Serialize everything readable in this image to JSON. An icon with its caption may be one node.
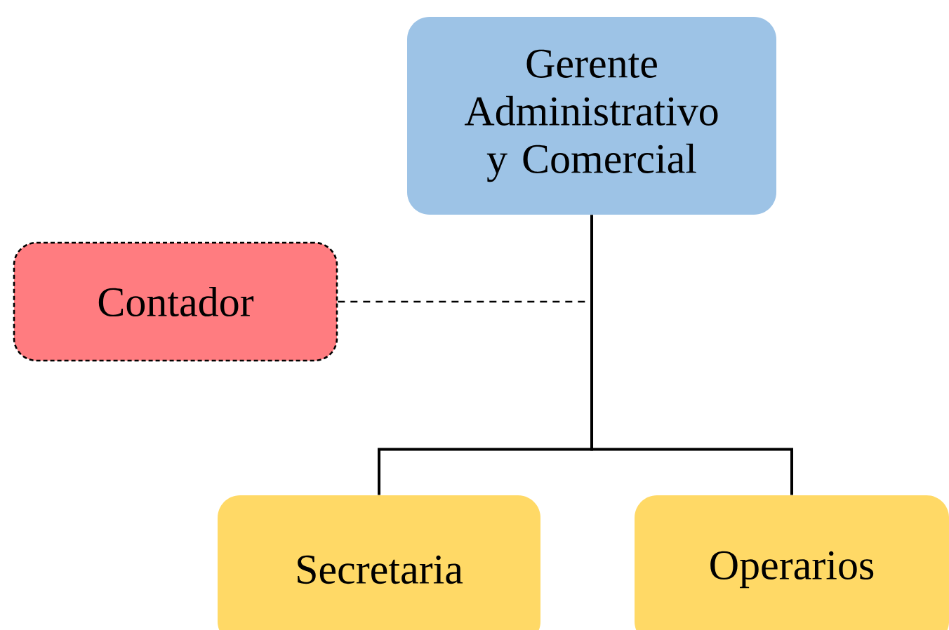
{
  "diagram": {
    "nodes": [
      {
        "text": [
          "Gerente Administrativo y Comercial"
        ]
      },
      {
        "text": [
          "Contador"
        ]
      },
      {
        "text": [
          "Secretaria"
        ]
      },
      {
        "text": [
          "Operarios"
        ]
      }
    ],
    "edges": [
      {
        "from": 0,
        "to": 2,
        "arrow": "none"
      },
      {
        "from": 0,
        "to": 3,
        "arrow": "none"
      },
      {
        "from": 1,
        "to": 0,
        "arrow": "none",
        "style": "dashed"
      }
    ]
  }
}
